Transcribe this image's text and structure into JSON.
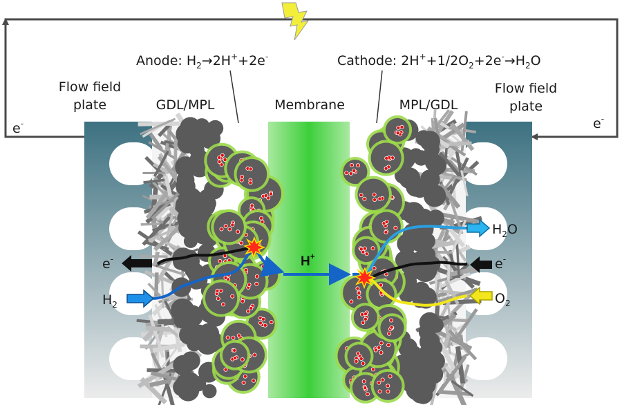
{
  "labels": {
    "anode_prefix": "Anode: H",
    "anode_sub": "2",
    "anode_rest": "→2H",
    "anode_sup1": "+",
    "anode_tail": "+2e",
    "anode_sup2": "-",
    "cathode_prefix": "Cathode: 2H",
    "cathode_sup1": "+",
    "cathode_mid": "+1/2O",
    "cathode_sub": "2",
    "cathode_mid2": "+2e",
    "cathode_sup2": "-",
    "cathode_arrow": "→H",
    "cathode_sub2": "2",
    "cathode_tail": "O",
    "flow_field_left_1": "Flow field",
    "flow_field_left_2": "plate",
    "flow_field_right_1": "Flow field",
    "flow_field_right_2": "plate",
    "gdl_mpl": "GDL/MPL",
    "membrane": "Membrane",
    "mpl_gdl": "MPL/GDL",
    "electron": "e",
    "electron_sup": "-",
    "proton": "H",
    "proton_sup": "+",
    "h2_base": "H",
    "h2_sub": "2",
    "o2_base": "O",
    "o2_sub": "2",
    "h2o_base": "H",
    "h2o_sub": "2",
    "h2o_tail": "O"
  },
  "colors": {
    "membrane": "#4fd24a",
    "plate_top": "#3f7482",
    "plate_bottom": "#e6e6e6",
    "fiber": "#8c8c8c",
    "particle": "#555555",
    "catalyst_edge": "#8fcf3f",
    "catalyst_dot": "#e01010",
    "hydrogen_path": "#1565c8",
    "oxygen_path": "#f2e61c",
    "water_path": "#2a9fe0",
    "electron_path": "#111111",
    "circuit": "#444444",
    "lightning": "#f3ee3a"
  },
  "icons": [
    "lightning-bolt-icon",
    "reaction-spark-icon"
  ]
}
